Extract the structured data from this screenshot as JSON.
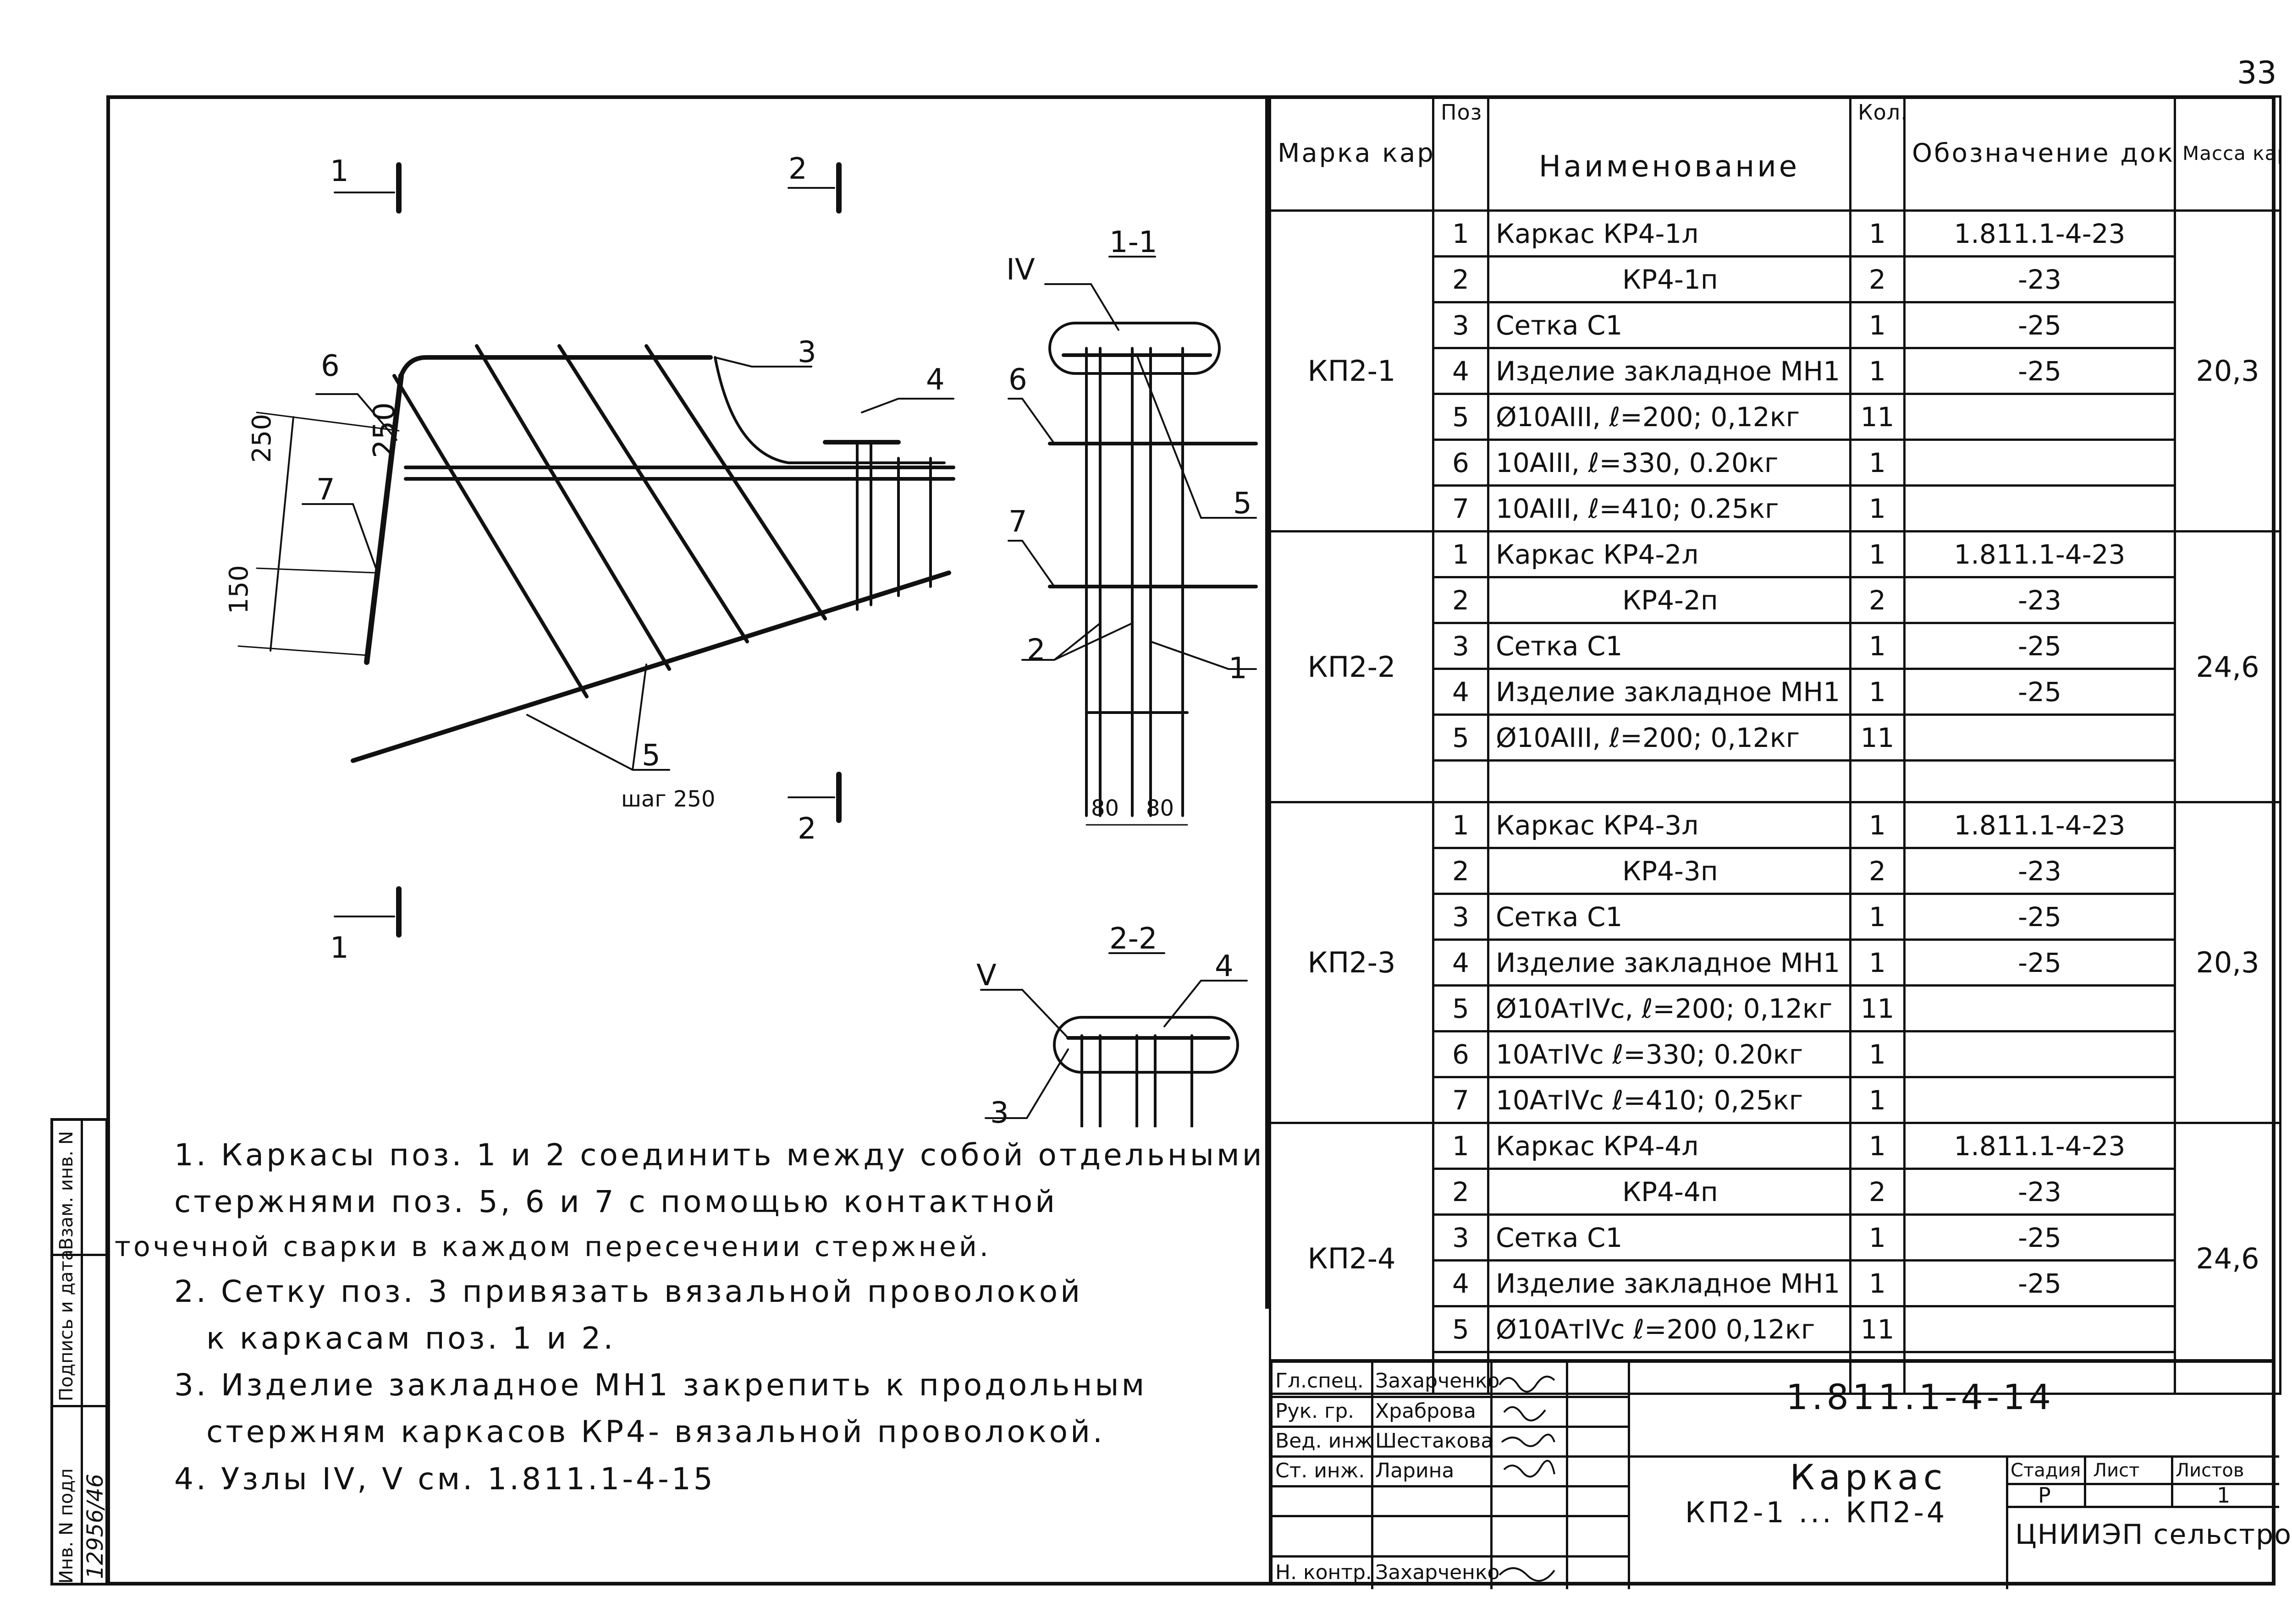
{
  "page_number": "33",
  "spec": {
    "headers": {
      "mark": "Марка каркаса",
      "pos": "Поз",
      "name": "Наименование",
      "qty": "Кол.",
      "doc": "Обозначение документа",
      "mass": "Масса каркаса, кг"
    },
    "groups": [
      {
        "mark": "КП2-1",
        "mass": "20,3",
        "rows": [
          {
            "pos": "1",
            "name": "Каркас КР4-1л",
            "qty": "1",
            "doc": "1.811.1-4-23"
          },
          {
            "pos": "2",
            "name": "КР4-1п",
            "qty": "2",
            "doc": "-23"
          },
          {
            "pos": "3",
            "name": "Сетка С1",
            "qty": "1",
            "doc": "-25"
          },
          {
            "pos": "4",
            "name": "Изделие закладное МН1",
            "qty": "1",
            "doc": "-25"
          },
          {
            "pos": "5",
            "name": "Ø10АIII, ℓ=200; 0,12кг",
            "qty": "11",
            "doc": ""
          },
          {
            "pos": "6",
            "name": "10АIII, ℓ=330, 0.20кг",
            "qty": "1",
            "doc": ""
          },
          {
            "pos": "7",
            "name": "10АIII, ℓ=410; 0.25кг",
            "qty": "1",
            "doc": ""
          }
        ]
      },
      {
        "mark": "КП2-2",
        "mass": "24,6",
        "rows": [
          {
            "pos": "1",
            "name": "Каркас КР4-2л",
            "qty": "1",
            "doc": "1.811.1-4-23"
          },
          {
            "pos": "2",
            "name": "КР4-2п",
            "qty": "2",
            "doc": "-23"
          },
          {
            "pos": "3",
            "name": "Сетка С1",
            "qty": "1",
            "doc": "-25"
          },
          {
            "pos": "4",
            "name": "Изделие закладное МН1",
            "qty": "1",
            "doc": "-25"
          },
          {
            "pos": "5",
            "name": "Ø10АIII, ℓ=200; 0,12кг",
            "qty": "11",
            "doc": ""
          },
          {
            "pos": "",
            "name": "",
            "qty": "",
            "doc": ""
          }
        ]
      },
      {
        "mark": "КП2-3",
        "mass": "20,3",
        "rows": [
          {
            "pos": "1",
            "name": "Каркас КР4-3л",
            "qty": "1",
            "doc": "1.811.1-4-23"
          },
          {
            "pos": "2",
            "name": "КР4-3п",
            "qty": "2",
            "doc": "-23"
          },
          {
            "pos": "3",
            "name": "Сетка С1",
            "qty": "1",
            "doc": "-25"
          },
          {
            "pos": "4",
            "name": "Изделие закладное МН1",
            "qty": "1",
            "doc": "-25"
          },
          {
            "pos": "5",
            "name": "Ø10АтIVс, ℓ=200; 0,12кг",
            "qty": "11",
            "doc": ""
          },
          {
            "pos": "6",
            "name": "10АтIVс ℓ=330; 0.20кг",
            "qty": "1",
            "doc": ""
          },
          {
            "pos": "7",
            "name": "10АтIVс ℓ=410; 0,25кг",
            "qty": "1",
            "doc": ""
          }
        ]
      },
      {
        "mark": "КП2-4",
        "mass": "24,6",
        "rows": [
          {
            "pos": "1",
            "name": "Каркас КР4-4л",
            "qty": "1",
            "doc": "1.811.1-4-23"
          },
          {
            "pos": "2",
            "name": "КР4-4п",
            "qty": "2",
            "doc": "-23"
          },
          {
            "pos": "3",
            "name": "Сетка С1",
            "qty": "1",
            "doc": "-25"
          },
          {
            "pos": "4",
            "name": "Изделие закладное МН1",
            "qty": "1",
            "doc": "-25"
          },
          {
            "pos": "5",
            "name": "Ø10АтIVс ℓ=200 0,12кг",
            "qty": "11",
            "doc": ""
          },
          {
            "pos": "",
            "name": "",
            "qty": "",
            "doc": ""
          }
        ]
      }
    ]
  },
  "notes": [
    "1. Каркасы поз. 1 и 2 соединить между собой отдельными стержнями поз. 5, 6 и 7 с помощью контактной",
    "точечной сварки в каждом пересечении стержней.",
    "2. Сетку поз. 3 привязать вязальной проволокой",
    "к каркасам поз. 1 и 2.",
    "3. Изделие закладное МН1 закрепить к продольным",
    "стержням каркасов КР4- вязальной проволокой.",
    "4. Узлы IV, V см. 1.811.1-4-15"
  ],
  "drawing": {
    "section_1_1": "1-1",
    "section_2_2": "2-2",
    "cut_1": "1",
    "cut_2": "2",
    "node_IV": "IV",
    "node_V": "V",
    "dim_250": "250",
    "dim_150": "150",
    "dim_80a": "80",
    "dim_80b": "80",
    "step_label": "шаг 250",
    "pos_labels": [
      "1",
      "2",
      "3",
      "4",
      "5",
      "6",
      "7"
    ]
  },
  "title_block": {
    "doc_code": "1.811.1-4-14",
    "title_line1": "Каркас",
    "title_line2": "КП2-1 ... КП2-4",
    "org": "ЦНИИЭП сельстрой",
    "stage_label": "Стадия",
    "sheet_label": "Лист",
    "sheets_label": "Листов",
    "stage_value": "Р",
    "sheets_value": "1",
    "roles": [
      {
        "role": "Гл.спец.",
        "name": "Захарченко"
      },
      {
        "role": "Рук. гр.",
        "name": "Храброва"
      },
      {
        "role": "Вед. инж",
        "name": "Шестакова"
      },
      {
        "role": "Ст. инж.",
        "name": "Ларина"
      },
      {
        "role": "",
        "name": ""
      },
      {
        "role": "Н. контр.",
        "name": "Захарченко"
      }
    ]
  },
  "side_stamp": {
    "inv_orig": "Инв. N подл",
    "sign_date": "Подпись и дата",
    "replace_inv": "Взам. инв. N",
    "inv_value": "12956/46"
  }
}
